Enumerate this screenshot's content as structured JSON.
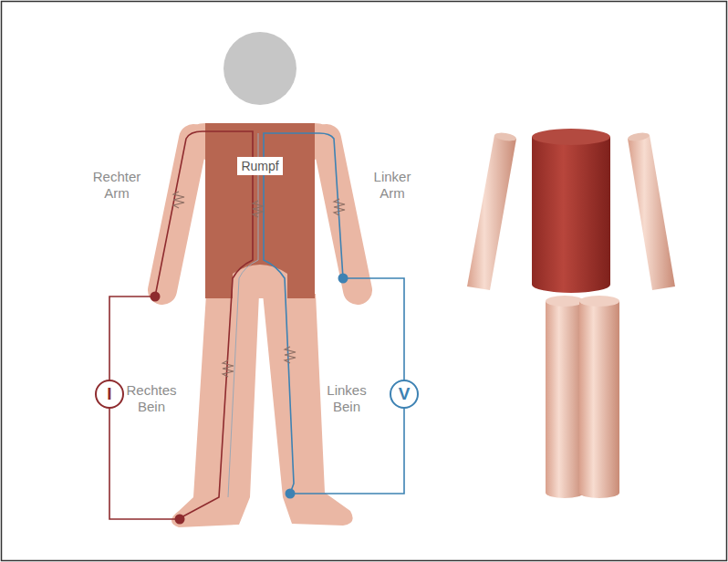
{
  "diagram": {
    "nodes": [
      {
        "text": [
          "Rumpf"
        ]
      },
      {
        "text": [
          "I"
        ]
      },
      {
        "text": [
          "V"
        ]
      }
    ],
    "labels": [
      "Rechter Arm",
      "Linker Arm",
      "Rechtes Bein",
      "Linkes Bein"
    ]
  }
}
